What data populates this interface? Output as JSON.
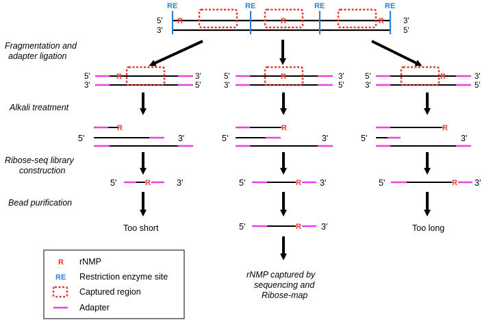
{
  "markers": {
    "rnmp": "R",
    "restriction_site": "RE"
  },
  "ends": {
    "five": "5'",
    "three": "3'"
  },
  "steps": {
    "fragmentation_1": "Fragmentation and",
    "fragmentation_2": "adapter ligation",
    "alkali": "Alkali treatment",
    "library_1": "Ribose-seq library",
    "library_2": "construction",
    "bead": "Bead purification"
  },
  "outcomes": {
    "too_short": "Too short",
    "too_long": "Too long",
    "captured_1": "rNMP captured by",
    "captured_2": "sequencing and",
    "captured_3": "Ribose-map"
  },
  "legend": {
    "rnmp": "rNMP",
    "restriction_site": "Restriction enzyme site",
    "captured_region": "Captured region",
    "adapter": "Adapter"
  },
  "colors": {
    "rnmp": "#e8362d",
    "restriction_site": "#2e7fd6",
    "captured_region": "#e8362d",
    "adapter": "#ee3ee6",
    "strand": "#000000"
  }
}
